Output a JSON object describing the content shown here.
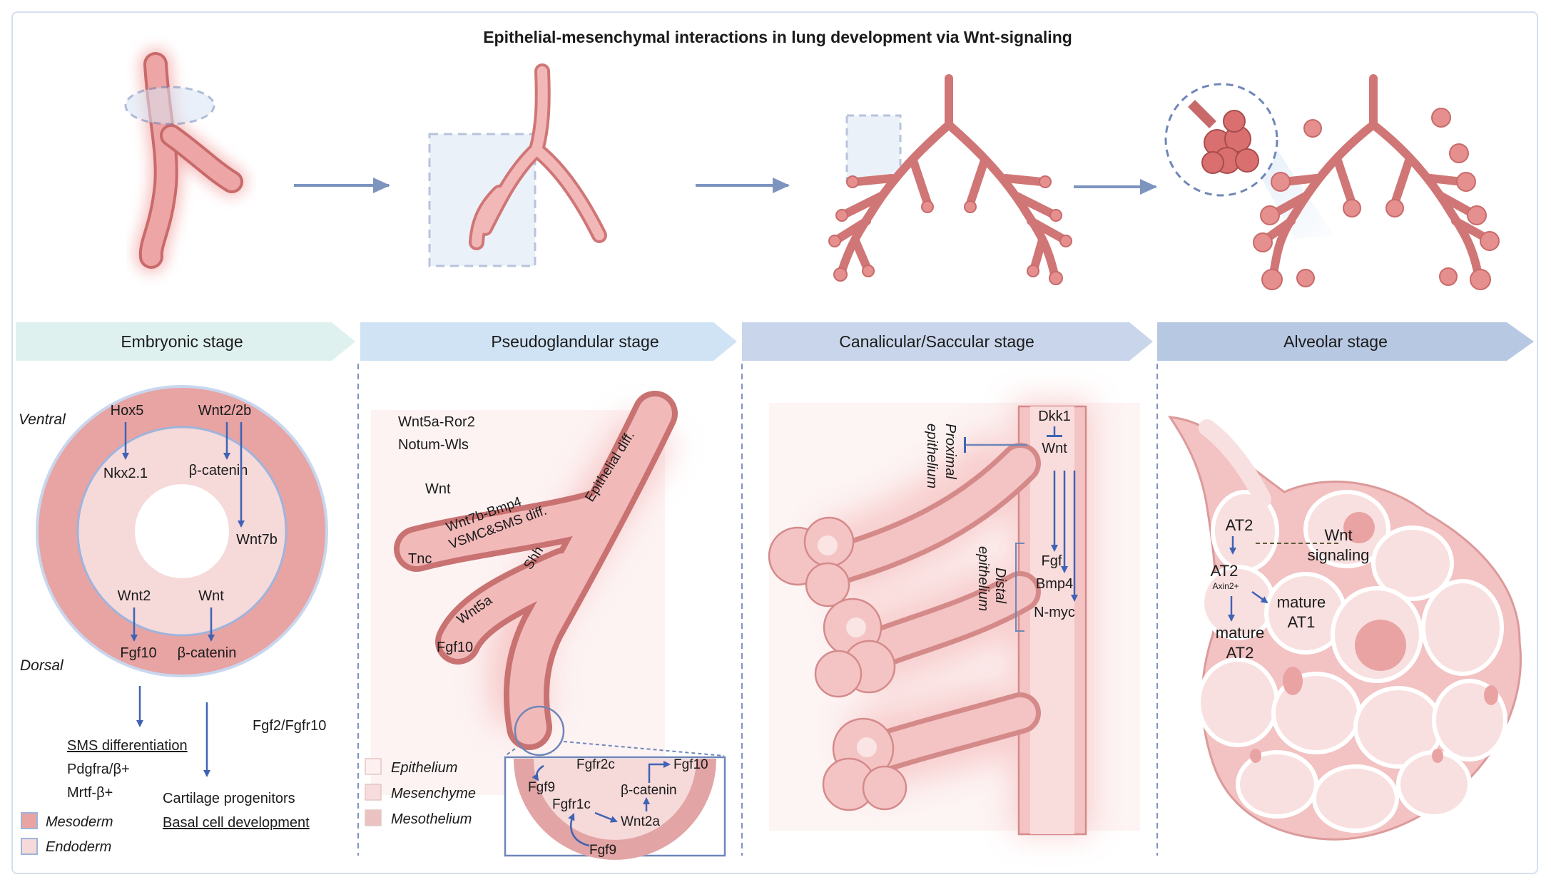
{
  "title": "Epithelial-mesenchymal interactions in lung development via Wnt-signaling",
  "colors": {
    "tissue": "#e89a9a",
    "tissue_light": "#f6d6d6",
    "tissue_dark": "#c96a6a",
    "arrow": "#3f63b4",
    "stage1": "#dff1ef",
    "stage2": "#cfe3f4",
    "stage3": "#c9d5ea",
    "stage4": "#b7c8e2"
  },
  "stages": [
    {
      "label": "Embryonic stage"
    },
    {
      "label": "Pseudoglandular stage"
    },
    {
      "label": "Canalicular/Saccular stage"
    },
    {
      "label": "Alveolar stage"
    }
  ],
  "embryonic": {
    "ventral": "Ventral",
    "dorsal": "Dorsal",
    "hox5": "Hox5",
    "wnt22b": "Wnt2/2b",
    "nkx21": "Nkx2.1",
    "bcat_top": "β-catenin",
    "wnt7b": "Wnt7b",
    "wnt2": "Wnt2",
    "wnt": "Wnt",
    "fgf10": "Fgf10",
    "bcat_bottom": "β-catenin",
    "fgf2fgfr10": "Fgf2/Fgfr10",
    "sms_diff": "SMS differentiation",
    "pdgfra": "Pdgfra/β+",
    "mrtf": "Mrtf-β+",
    "cartilage": "Cartilage progenitors",
    "basal": "Basal cell development",
    "legend": [
      "Mesoderm",
      "Endoderm"
    ]
  },
  "pseudoglandular": {
    "wnt5a_ror2": "Wnt5a-Ror2",
    "notum": "Notum-Wls",
    "wnt": "Wnt",
    "wnt7b_bmp4": "Wnt7b-Bmp4",
    "vsmc": "VSMC&SMS diff.",
    "epi_diff": "Epithelial diff.",
    "tnc": "Tnc",
    "shh": "Shh",
    "wnt5a": "Wnt5a",
    "fgf10": "Fgf10",
    "legend": [
      "Epithelium",
      "Mesenchyme",
      "Mesothelium"
    ],
    "inset": {
      "fgfr2c": "Fgfr2c",
      "fgf10": "Fgf10",
      "fgf9_top": "Fgf9",
      "bcat": "β-catenin",
      "fgfr1c": "Fgfr1c",
      "wnt2a": "Wnt2a",
      "fgf9_bottom": "Fgf9"
    }
  },
  "canalicular": {
    "dkk1": "Dkk1",
    "wnt": "Wnt",
    "proximal_1": "Proximal",
    "proximal_2": "epithelium",
    "distal_1": "Distal",
    "distal_2": "epithelium",
    "fgf": "Fgf",
    "bmp4": "Bmp4",
    "nmyc": "N-myc"
  },
  "alveolar": {
    "at2_top": "AT2",
    "wnt_1": "Wnt",
    "wnt_2": "signaling",
    "at2_mid": "AT2",
    "axin2": "Axin2+",
    "mature_at1_1": "mature",
    "mature_at1_2": "AT1",
    "mature_at2_1": "mature",
    "mature_at2_2": "AT2"
  }
}
